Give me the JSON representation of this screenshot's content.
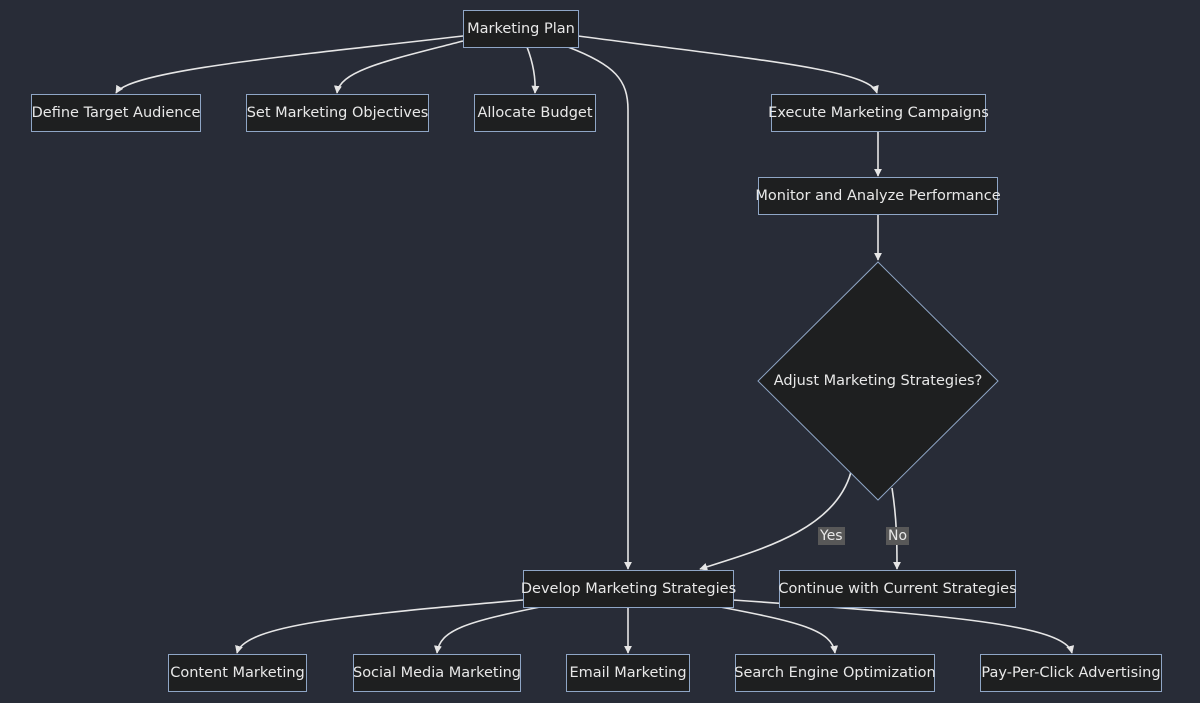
{
  "colors": {
    "background": "#282c37",
    "node_fill": "#1e1f20",
    "node_border": "#8fa6c6",
    "edge": "#e6e6e6",
    "text": "#e8e8e8",
    "edge_label_bg": "#585858"
  },
  "nodes": {
    "marketing_plan": "Marketing Plan",
    "define_target_audience": "Define Target Audience",
    "set_marketing_objectives": "Set Marketing Objectives",
    "allocate_budget": "Allocate Budget",
    "execute_marketing_campaigns": "Execute Marketing Campaigns",
    "monitor_and_analyze": "Monitor and Analyze Performance",
    "adjust_decision": "Adjust Marketing Strategies?",
    "develop_marketing_strategies": "Develop Marketing Strategies",
    "continue_current": "Continue with Current Strategies",
    "content_marketing": "Content Marketing",
    "social_media_marketing": "Social Media Marketing",
    "email_marketing": "Email Marketing",
    "seo": "Search Engine Optimization",
    "ppc": "Pay-Per-Click Advertising"
  },
  "edge_labels": {
    "yes": "Yes",
    "no": "No"
  },
  "edges": [
    {
      "from": "marketing_plan",
      "to": "define_target_audience"
    },
    {
      "from": "marketing_plan",
      "to": "set_marketing_objectives"
    },
    {
      "from": "marketing_plan",
      "to": "allocate_budget"
    },
    {
      "from": "marketing_plan",
      "to": "develop_marketing_strategies"
    },
    {
      "from": "marketing_plan",
      "to": "execute_marketing_campaigns"
    },
    {
      "from": "execute_marketing_campaigns",
      "to": "monitor_and_analyze"
    },
    {
      "from": "monitor_and_analyze",
      "to": "adjust_decision"
    },
    {
      "from": "adjust_decision",
      "to": "develop_marketing_strategies",
      "label": "yes"
    },
    {
      "from": "adjust_decision",
      "to": "continue_current",
      "label": "no"
    },
    {
      "from": "develop_marketing_strategies",
      "to": "content_marketing"
    },
    {
      "from": "develop_marketing_strategies",
      "to": "social_media_marketing"
    },
    {
      "from": "develop_marketing_strategies",
      "to": "email_marketing"
    },
    {
      "from": "develop_marketing_strategies",
      "to": "seo"
    },
    {
      "from": "develop_marketing_strategies",
      "to": "ppc"
    }
  ]
}
